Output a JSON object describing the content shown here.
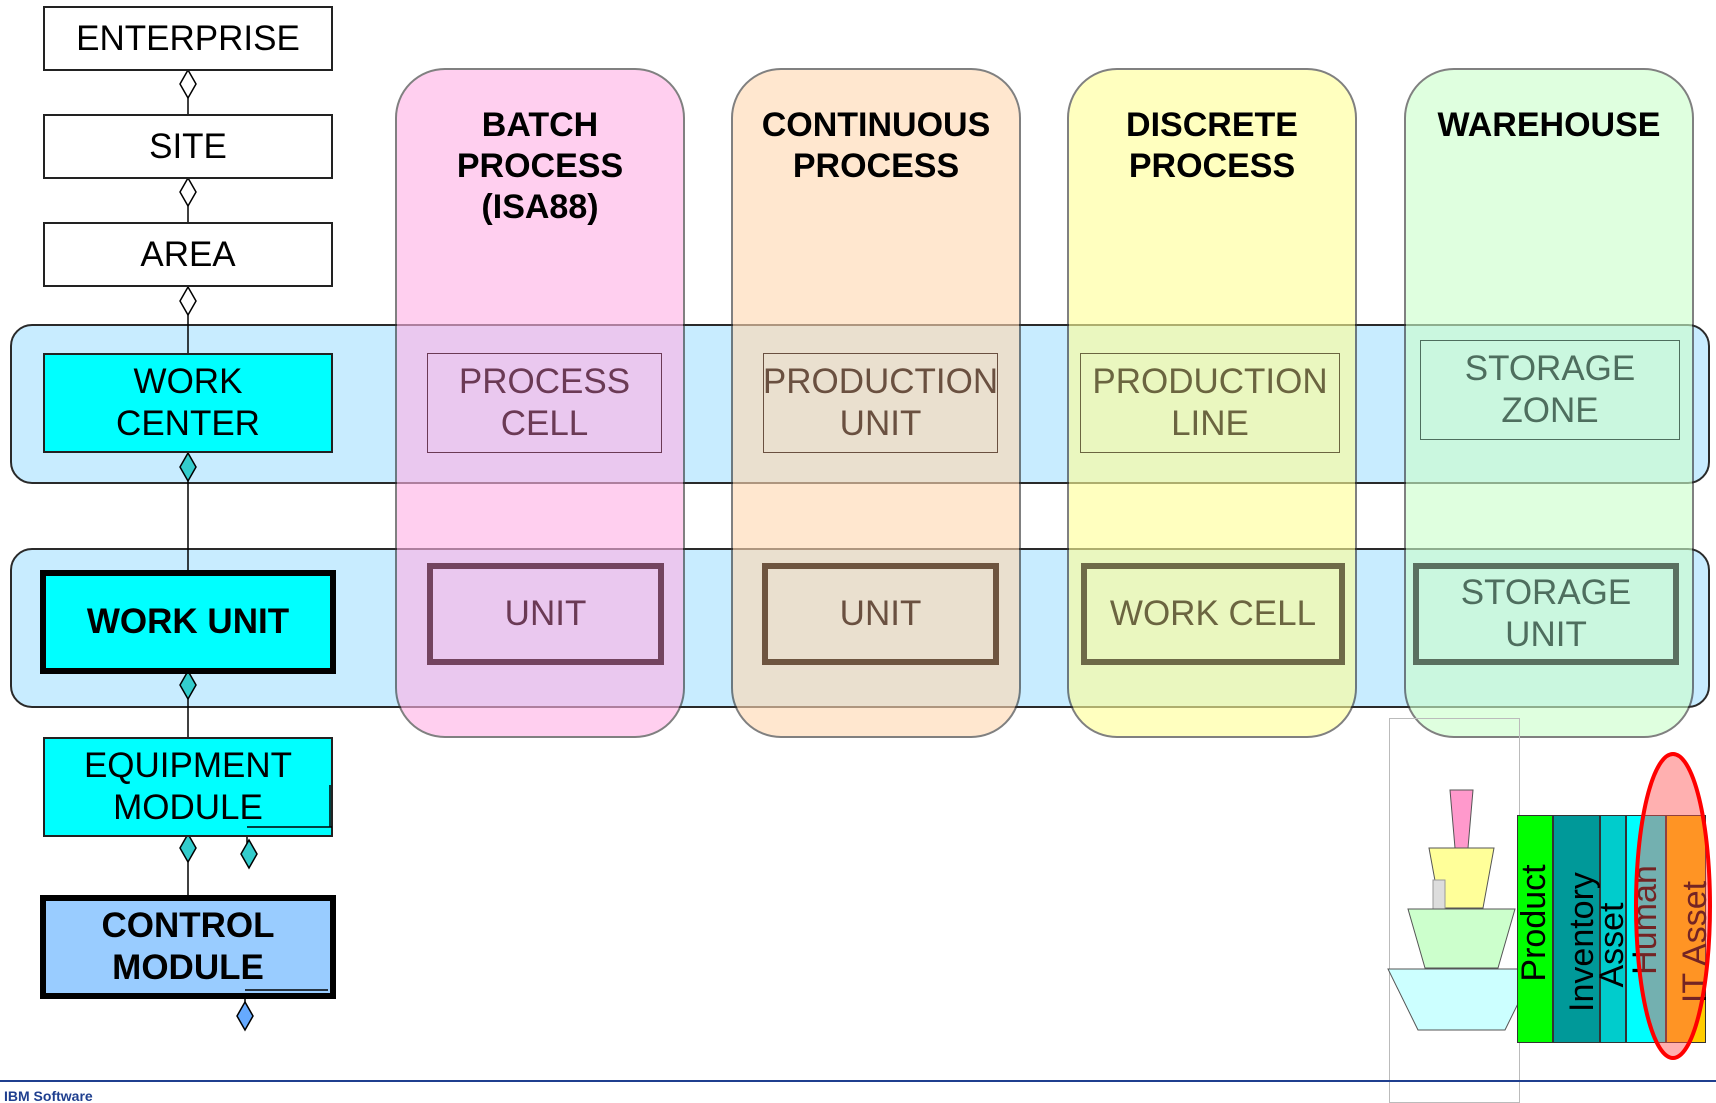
{
  "hierarchy": {
    "enterprise": "ENTERPRISE",
    "site": "SITE",
    "area": "AREA",
    "work_center": [
      "WORK",
      "CENTER"
    ],
    "work_unit": "WORK UNIT",
    "equipment_module": [
      "EQUIPMENT",
      "MODULE"
    ],
    "control_module": [
      "CONTROL",
      "MODULE"
    ]
  },
  "columns": [
    {
      "title": [
        "BATCH",
        "PROCESS",
        "(ISA88)"
      ],
      "center": [
        "PROCESS",
        "CELL"
      ],
      "unit": "UNIT",
      "fill": "#ffb3e6",
      "text_color": "#6b3a55",
      "unit_border": "#73445f"
    },
    {
      "title": [
        "CONTINUOUS",
        "PROCESS"
      ],
      "center": [
        "PRODUCTION",
        "UNIT"
      ],
      "unit": "UNIT",
      "fill": "#ffd9b3",
      "text_color": "#6a5040",
      "unit_border": "#6e5540"
    },
    {
      "title": [
        "DISCRETE",
        "PROCESS"
      ],
      "center": [
        "PRODUCTION",
        "LINE"
      ],
      "unit": "WORK CELL",
      "fill": "#ffff99",
      "text_color": "#6b6540",
      "unit_border": "#6e6a48"
    },
    {
      "title": [
        "WAREHOUSE"
      ],
      "center": [
        "STORAGE",
        "ZONE"
      ],
      "unit": [
        "STORAGE",
        "UNIT"
      ],
      "fill": "#ccffcc",
      "text_color": "#4e6e5e",
      "unit_border": "#5a7060"
    }
  ],
  "legend": {
    "bars": [
      {
        "label": "Product",
        "color": "#00ff00"
      },
      {
        "label": "Inventory",
        "color": "#009999"
      },
      {
        "label": "Asset",
        "color": "#00cccc"
      },
      {
        "label": "Human",
        "color": "#00ffff"
      },
      {
        "label": "IT Asset",
        "color": "#ffcc00"
      }
    ]
  },
  "footer_text": "IBM Software"
}
